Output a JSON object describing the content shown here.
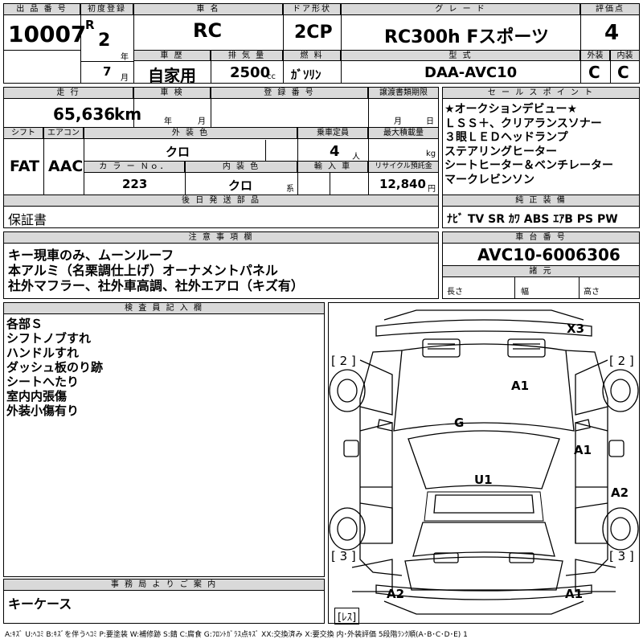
{
  "header": {
    "lot_no_label": "出 品 番 号",
    "lot_no": "10007",
    "first_reg_label": "初度登録",
    "era": "R",
    "year": "2",
    "year_unit": "年",
    "month": "7",
    "month_unit": "月",
    "name_label": "車 名",
    "name": "RC",
    "doors_label": "ドア形状",
    "doors": "2CP",
    "grade_label": "グ レ ー ド",
    "grade": "RC300h Fスポーツ",
    "score_label": "評価点",
    "score": "4",
    "history_label": "車 歴",
    "history": "自家用",
    "displacement_label": "排 気 量",
    "displacement": "2500",
    "displacement_unit": "cc",
    "fuel_label": "燃 料",
    "fuel": "ｶﾞｿﾘﾝ",
    "model_label": "型 式",
    "model": "DAA-AVC10",
    "exterior_label": "外装",
    "exterior": "C",
    "interior_label": "内装",
    "interior": "C"
  },
  "row2": {
    "mileage_label": "走 行",
    "mileage": "65,636",
    "mileage_unit": "km",
    "inspection_label": "車 検",
    "inspection_year_unit": "年",
    "inspection_month_unit": "月",
    "reg_no_label": "登 録 番 号",
    "transfer_label": "譲渡書類期限",
    "transfer_month_unit": "月",
    "transfer_day_unit": "日",
    "shift_label": "シフト",
    "shift": "FAT",
    "ac_label": "エアコン",
    "ac": "AAC",
    "color_label": "外 装 色",
    "color": "クロ",
    "capacity_label": "乗車定員",
    "capacity": "4",
    "capacity_unit": "人",
    "load_label": "最大積載量",
    "load_unit": "kg",
    "color_no_label": "カ ラ ー Ｎｏ．",
    "color_no": "223",
    "int_color_label": "内 装 色",
    "int_color": "クロ",
    "int_color_unit": "系",
    "import_label": "輸 入 車",
    "recycle_label": "リサイクル預託金",
    "recycle": "12,840",
    "recycle_unit": "円"
  },
  "sales_points": {
    "label": "セ ー ル ス ポ イ ン ト",
    "items": [
      "★オークションデビュー★",
      "ＬＳＳ＋、クリアランスソナー",
      "３眼ＬＥＤヘッドランプ",
      "ステアリングヒーター",
      "シートヒーター＆ベンチレーター",
      "マークレビンソン"
    ]
  },
  "later_parts": {
    "label": "後 日 発 送 部 品",
    "value": "保証書"
  },
  "equipment": {
    "label": "純 正 装 備",
    "value": "ﾅﾋﾞ TV SR ｶﾜ ABS ｴｱB PS PW"
  },
  "notes": {
    "label": "注 意 事 項 欄",
    "lines": [
      "キー現車のみ、ムーンルーフ",
      "本アルミ（名栗調仕上げ）オーナメントパネル",
      "社外マフラー、社外車高調、社外エアロ（キズ有）"
    ]
  },
  "chassis": {
    "label": "車 台 番 号",
    "value": "AVC10-6006306",
    "dims_label": "諸 元",
    "length_label": "長さ",
    "width_label": "幅",
    "height_label": "高さ"
  },
  "inspector": {
    "label": "検 査 員 記 入 欄",
    "lines": [
      "各部Ｓ",
      "シフトノブすれ",
      "ハンドルすれ",
      "ダッシュ板のり跡",
      "シートへたり",
      "室内内張傷",
      "外装小傷有り"
    ]
  },
  "office": {
    "label": "事 務 局 よ り ご 案 内",
    "value": "キーケース"
  },
  "diagram": {
    "marks": {
      "x3": "X3",
      "tl": "[ 2 ]",
      "tr": "[ 2 ]",
      "a1_hood": "A1",
      "g_glass": "G",
      "a1_right": "A1",
      "u1_roof": "U1",
      "a2_right": "A2",
      "bl": "[ 3 ]",
      "br": "[ 3 ]",
      "a2_rear": "A2",
      "a1_rear": "A1",
      "res": "[ﾚｽ]"
    },
    "stroke_color": "#000000"
  },
  "legend": "A:ｷｽﾞ U:ﾍｺﾐ B:ｷｽﾞを伴うﾍｺﾐ P:要塗装 W:補修跡 S:錆 C:腐食 G:ﾌﾛﾝﾄｶﾞﾗｽ点ｷｽﾞ XX:交換済み X:要交換 内･外装評価 5段階ﾗﾝｸ順(A･B･C･D･E) 1"
}
